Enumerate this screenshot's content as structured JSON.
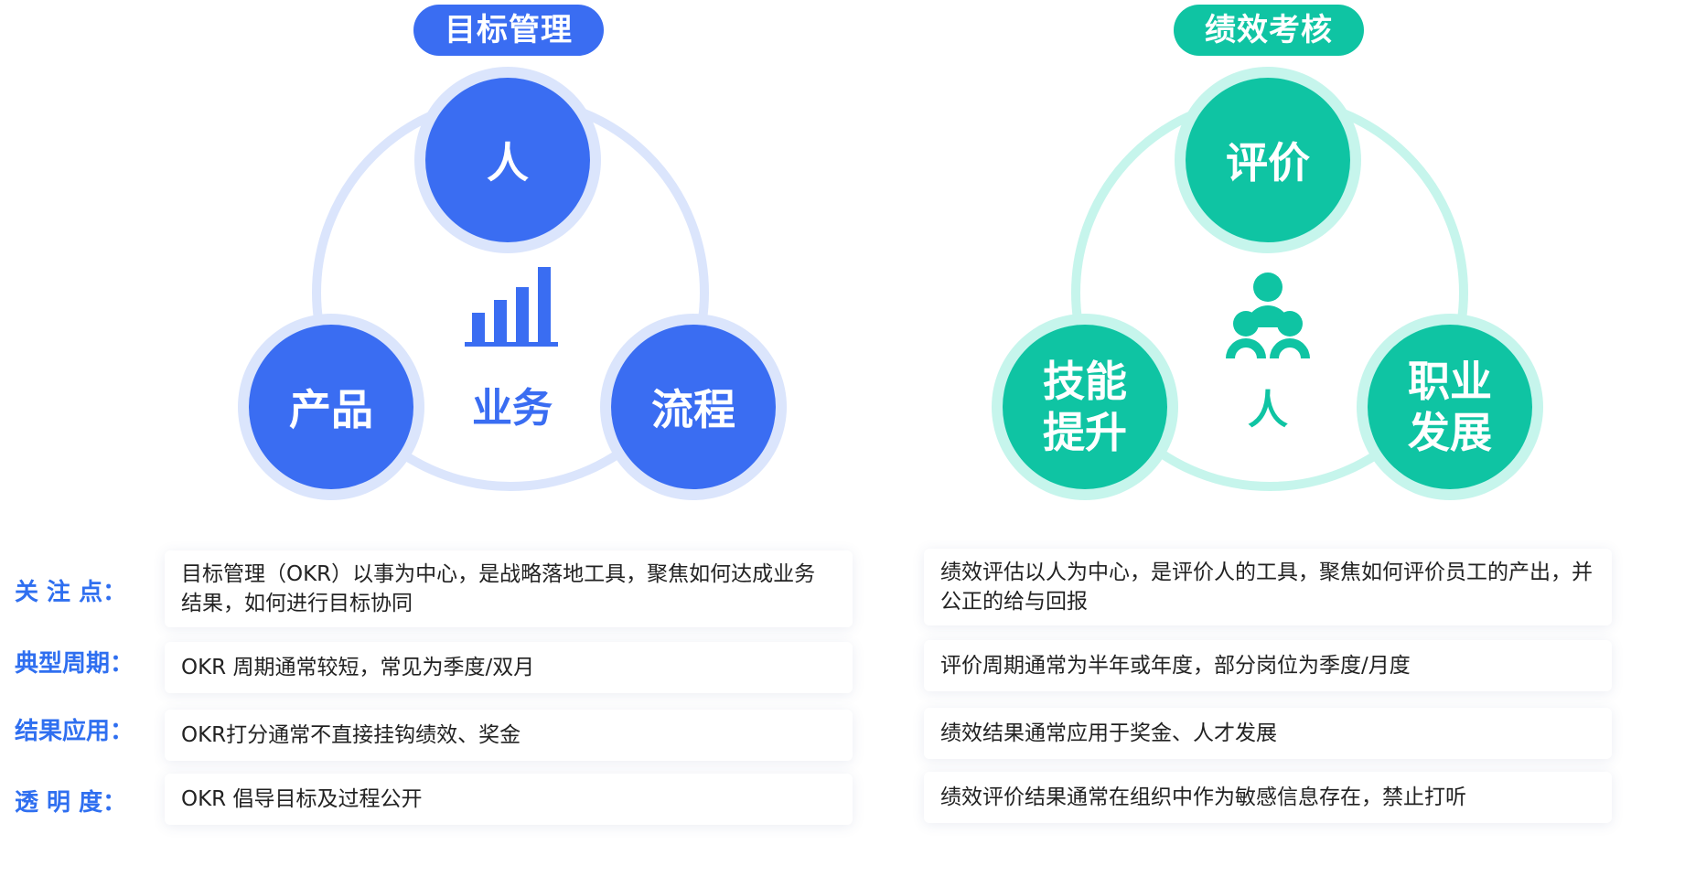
{
  "left": {
    "title": "目标管理",
    "center_label": "业务",
    "nodes": {
      "top": "人",
      "left": "产品",
      "right": "流程"
    },
    "icon": "bar-chart-icon",
    "color": "#3a6df2",
    "ring_color": "#d7e2fb"
  },
  "right": {
    "title": "绩效考核",
    "center_label": "人",
    "nodes": {
      "top": "评价",
      "left": "技能\n提升",
      "right": "职业\n发展"
    },
    "icon": "people-hierarchy-icon",
    "color": "#0fc4a3",
    "ring_color": "#c6f5ec"
  },
  "rows": [
    {
      "label": "关 注 点：",
      "left": "目标管理（OKR）以事为中心，是战略落地工具，聚焦如何达成业务结果，如何进行目标协同",
      "right": "绩效评估以人为中心，是评价人的工具，聚焦如何评价员工的产出，并公正的给与回报"
    },
    {
      "label": "典型周期：",
      "left": "OKR 周期通常较短，常见为季度/双月",
      "right": "评价周期通常为半年或年度，部分岗位为季度/月度"
    },
    {
      "label": "结果应用：",
      "left": "OKR打分通常不直接挂钩绩效、奖金",
      "right": "绩效结果通常应用于奖金、人才发展"
    },
    {
      "label": "透 明 度：",
      "left": "OKR 倡导目标及过程公开",
      "right": "绩效评价结果通常在组织中作为敏感信息存在，禁止打听"
    }
  ]
}
